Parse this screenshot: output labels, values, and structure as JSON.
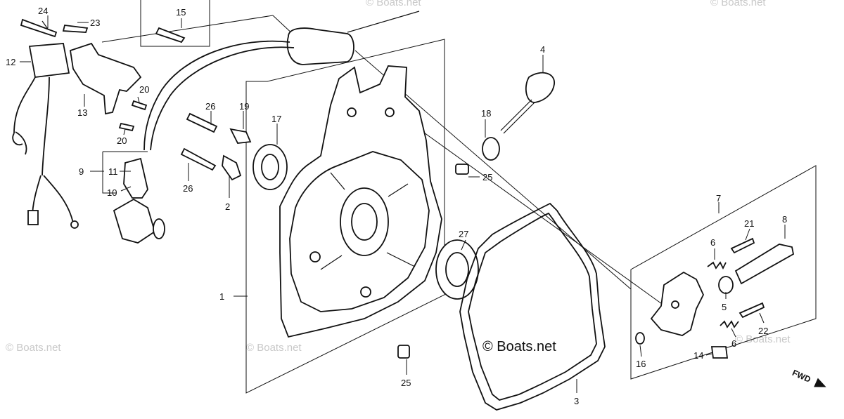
{
  "brand": {
    "text": "© Boats.net"
  },
  "watermarks": [
    "© Boats.net",
    "© Boats.net",
    "© Boats.net",
    "© Boats.net",
    "© Boats.net"
  ],
  "fwd": {
    "text": "FWD"
  },
  "callouts": {
    "c1": "1",
    "c2": "2",
    "c3": "3",
    "c4": "4",
    "c5": "5",
    "c6a": "6",
    "c6b": "6",
    "c7": "7",
    "c8": "8",
    "c9": "9",
    "c10": "10",
    "c11": "11",
    "c12": "12",
    "c13": "13",
    "c14": "14",
    "c15": "15",
    "c16": "16",
    "c17": "17",
    "c18": "18",
    "c19": "19",
    "c20a": "20",
    "c20b": "20",
    "c21": "21",
    "c22": "22",
    "c23": "23",
    "c24": "24",
    "c25a": "25",
    "c25b": "25",
    "c26a": "26",
    "c26b": "26",
    "c27": "27"
  },
  "icons": {
    "main_case": "crankcase-cover-icon",
    "gasket": "gasket-icon",
    "governor": "governor-arm-icon",
    "ignition_coil": "ignition-coil-icon",
    "pulse_generator": "pulse-generator-icon",
    "dipstick": "oil-dipstick-icon"
  }
}
